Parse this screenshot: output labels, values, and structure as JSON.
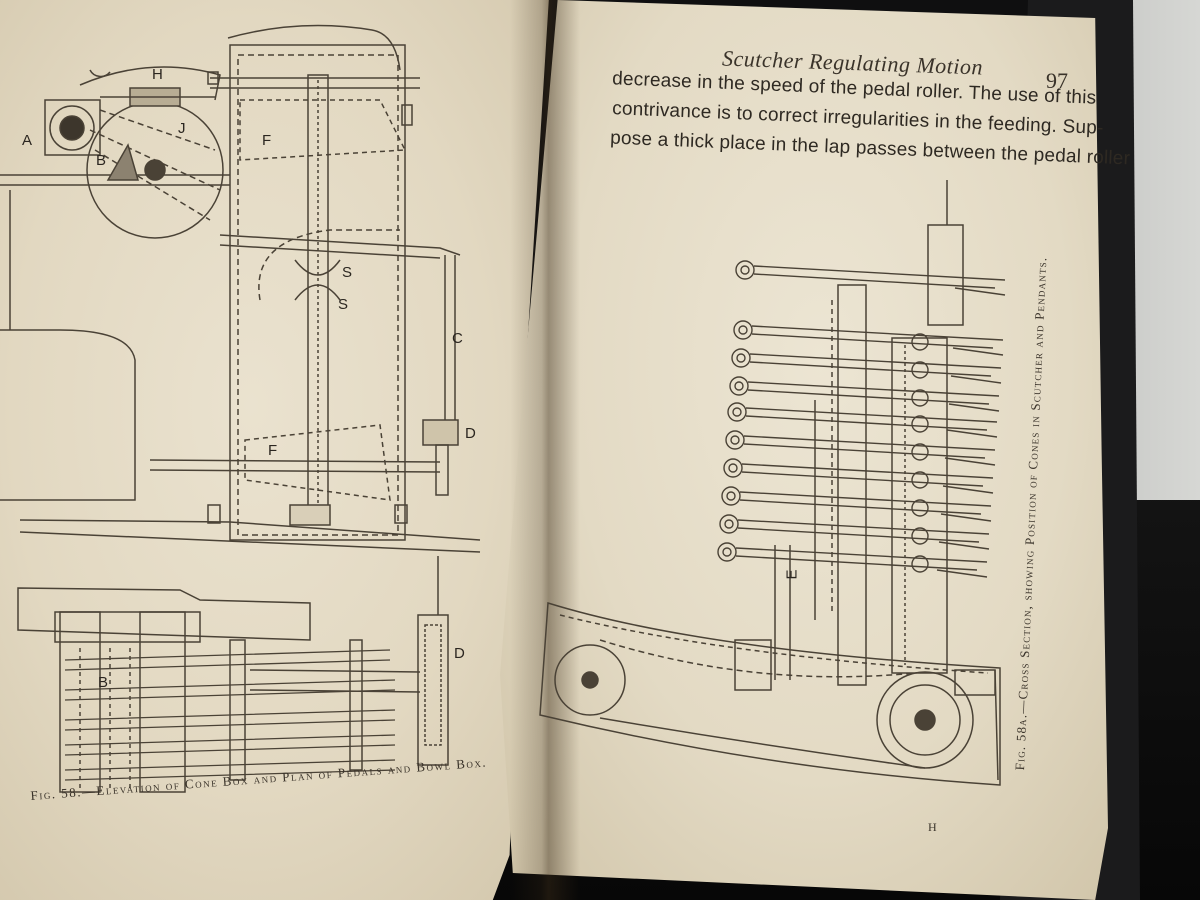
{
  "running_head": "Scutcher Regulating Motion",
  "page_number": "97",
  "body_text": [
    "decrease in the speed of the pedal roller.  The use of this",
    "contrivance is to correct irregularities in the feeding.  Sup-",
    "pose a thick place in the lap passes between the pedal roller"
  ],
  "left_figure": {
    "caption": "Fig. 58.—Elevation of Cone Box and Plan of Pedals and Bowl Box.",
    "labels": [
      "A",
      "B",
      "H",
      "J",
      "F",
      "S",
      "S",
      "C",
      "D",
      "F",
      "B",
      "D"
    ]
  },
  "right_figure": {
    "caption": "Fig. 58a.—Cross Section, showing Position of Cones in Scutcher and Pendants.",
    "labels": [
      "E"
    ]
  },
  "signature_mark": "H",
  "colors": {
    "page": "#e6dec9",
    "ink": "#2e2922",
    "cover": "#1b1b1c",
    "table": "#0d0d0d",
    "wall": "#cacbc8"
  }
}
